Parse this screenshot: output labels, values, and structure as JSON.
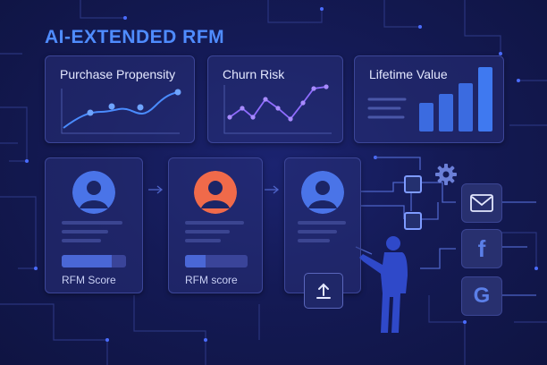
{
  "title": "AI-EXTENDED RFM",
  "metric_cards": [
    {
      "label": "Purchase Propensity",
      "chart": "line"
    },
    {
      "label": "Churn Risk",
      "chart": "scatter-line"
    },
    {
      "label": "Lifetime Value",
      "chart": "bar"
    }
  ],
  "profiles": [
    {
      "score_label": "RFM Score",
      "avatar_color": "#4a74e8",
      "score_fill": 0.78
    },
    {
      "score_label": "RFM score",
      "avatar_color": "#f06a4a",
      "score_fill": 0.33
    },
    {
      "score_label": "",
      "avatar_color": "#4a74e8"
    }
  ],
  "channels": [
    {
      "icon": "mail-icon"
    },
    {
      "icon": "facebook-icon",
      "glyph": "f"
    },
    {
      "icon": "google-icon",
      "glyph": "G"
    }
  ],
  "colors": {
    "background": "#141a4a",
    "accent": "#4f8cff",
    "card": "#28307a"
  }
}
